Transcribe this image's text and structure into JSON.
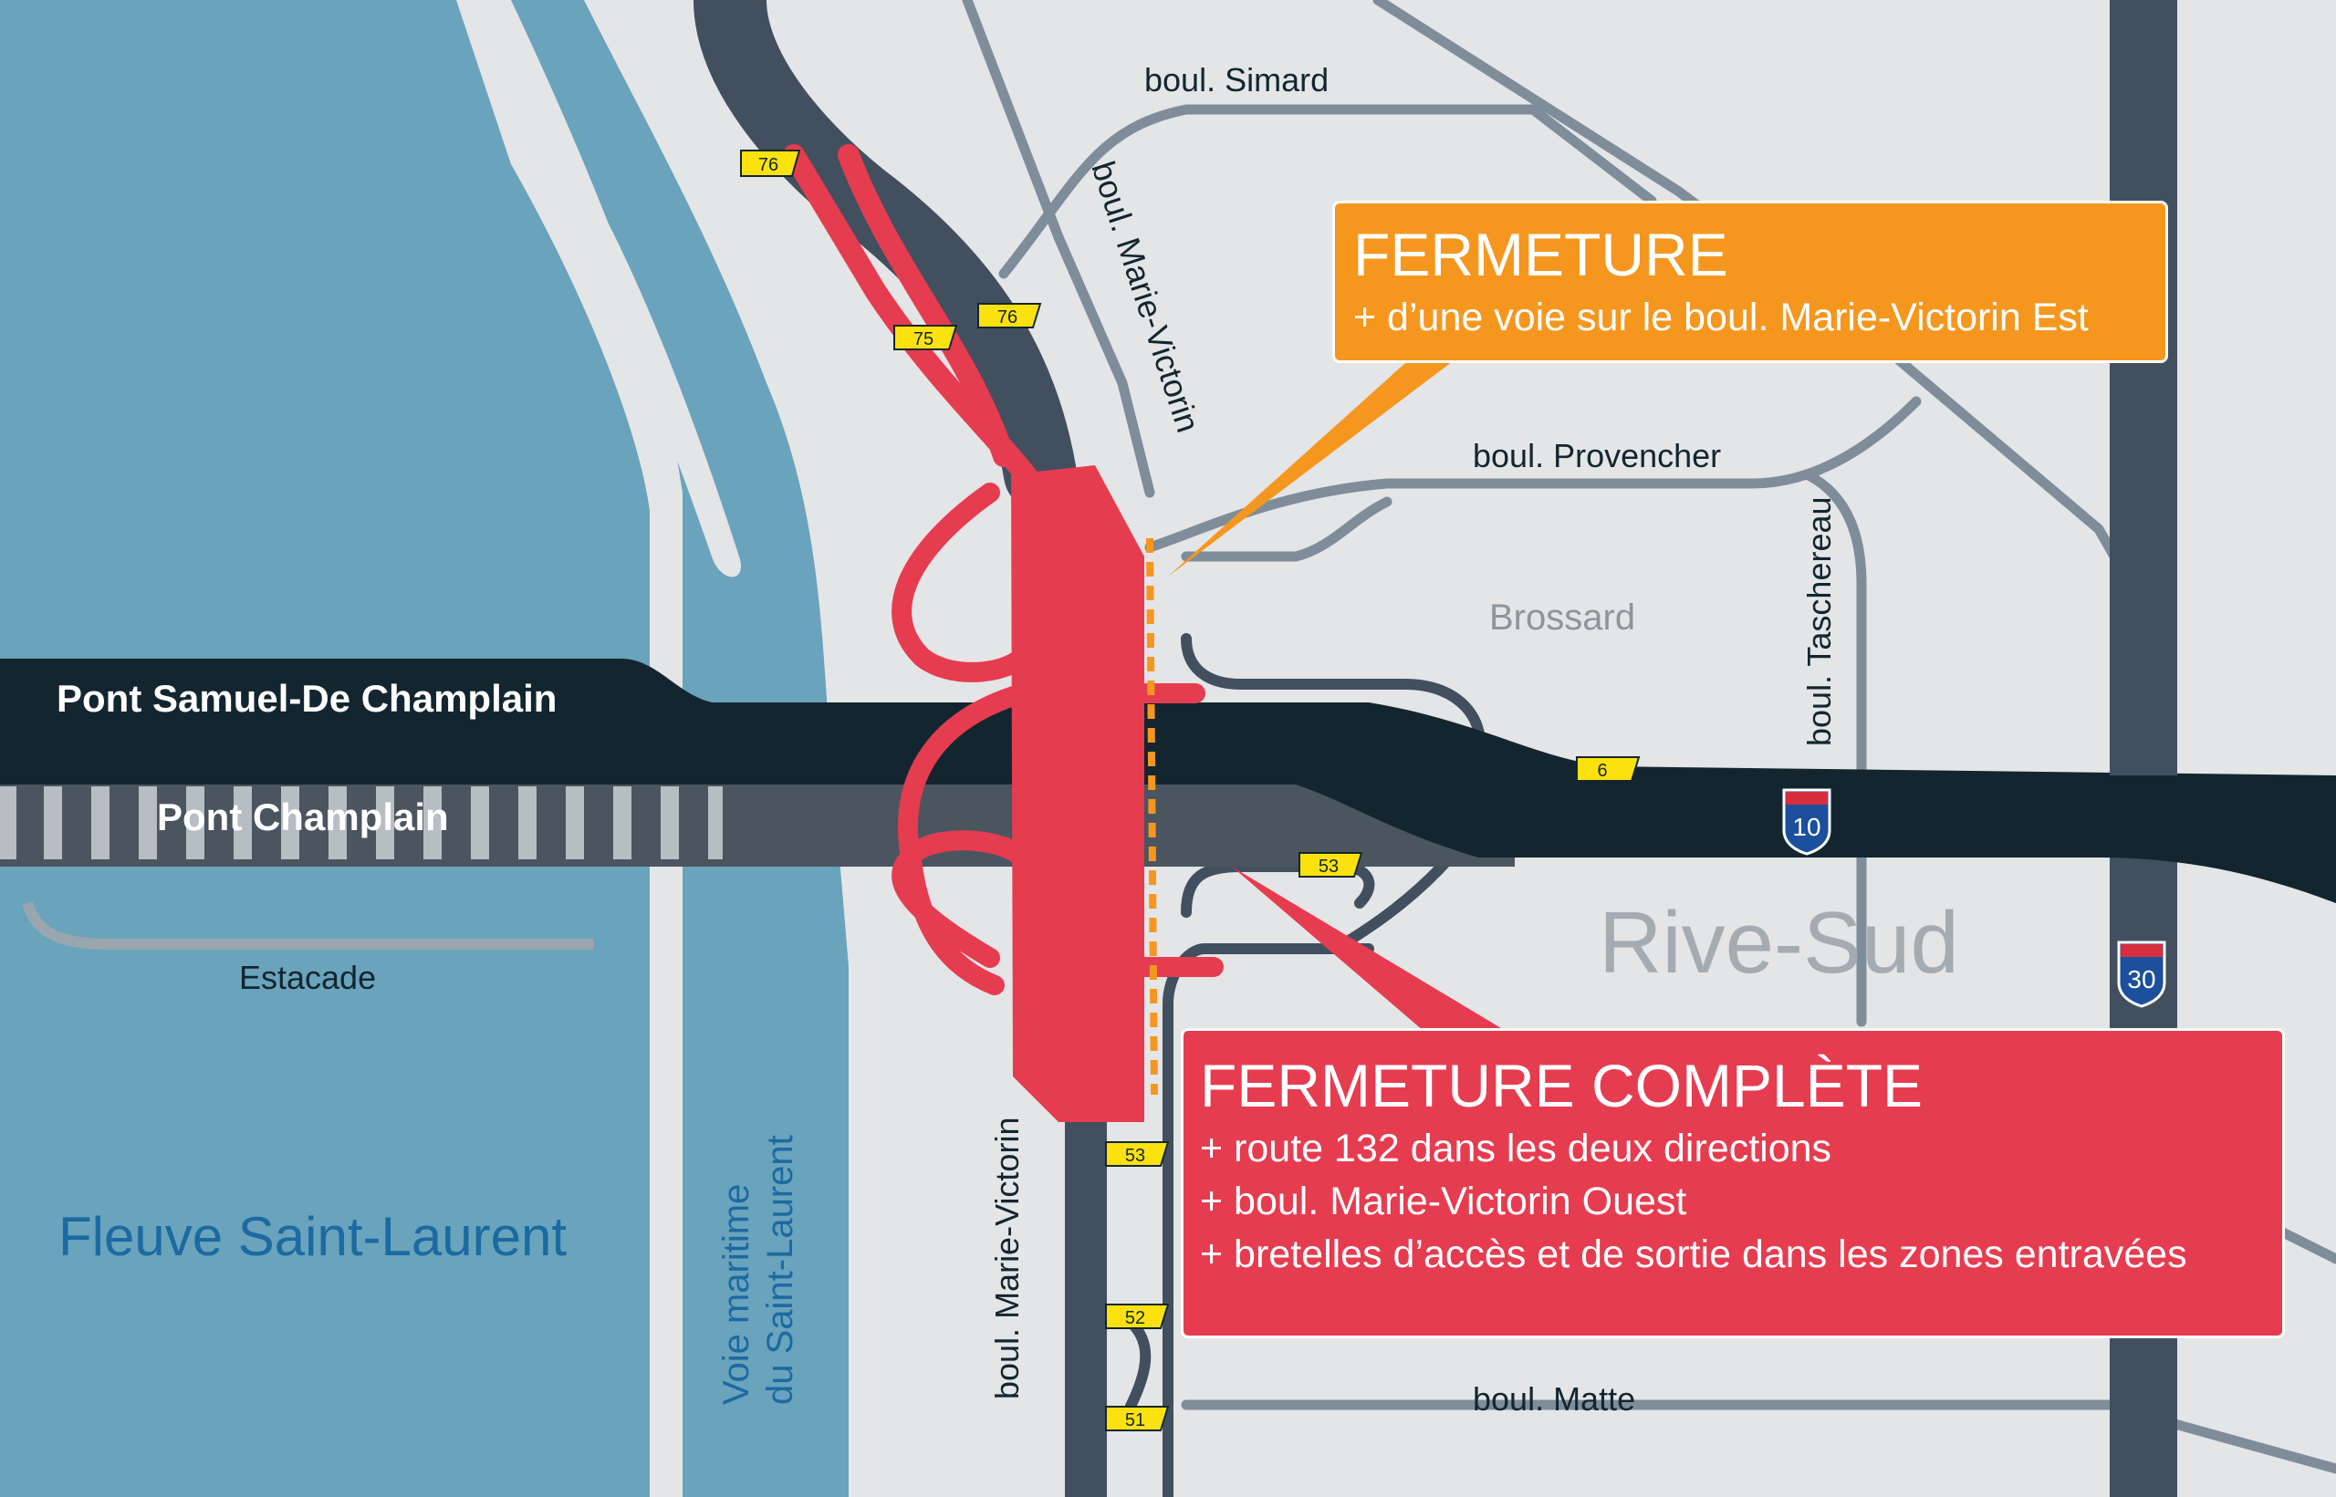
{
  "map": {
    "water": {
      "river_name": "Fleuve Saint-Laurent",
      "seaway_line1": "Voie maritime",
      "seaway_line2": "du Saint-Laurent"
    },
    "bridges": {
      "new_bridge": "Pont Samuel-De Champlain",
      "old_bridge": "Pont Champlain",
      "icebreaker": "Estacade"
    },
    "streets": {
      "simard": "boul. Simard",
      "provencher": "boul. Provencher",
      "taschereau": "boul. Taschereau",
      "marie_victorin_north": "boul. Marie-Victorin",
      "marie_victorin_south": "boul. Marie-Victorin",
      "matte": "boul. Matte"
    },
    "places": {
      "city": "Brossard",
      "region": "Rive-Sud"
    },
    "exits": [
      "76",
      "75",
      "76",
      "6",
      "53",
      "53",
      "52",
      "51"
    ],
    "highways": [
      {
        "number": "10",
        "shield": "interstate-shield-icon"
      },
      {
        "number": "30",
        "shield": "interstate-shield-icon"
      }
    ]
  },
  "closures": {
    "partial": {
      "title": "FERMETURE",
      "items": [
        "+ d’une voie sur le boul. Marie-Victorin Est"
      ]
    },
    "complete": {
      "title": "FERMETURE COMPLÈTE",
      "items": [
        "+ route 132 dans les deux directions",
        "+ boul. Marie-Victorin Ouest",
        "+ bretelles d’accès et de sortie dans les zones entravées"
      ]
    }
  },
  "colors": {
    "water": "#6aa3bc",
    "land": "#e4e5e7",
    "highway": "#424f5e",
    "bridge": "#13262f",
    "street": "#7e8d99",
    "closure_red": "#e63c50",
    "closure_orange": "#f5971f",
    "exit_yellow": "#fbe20f",
    "river_label": "#1b6aa2"
  }
}
